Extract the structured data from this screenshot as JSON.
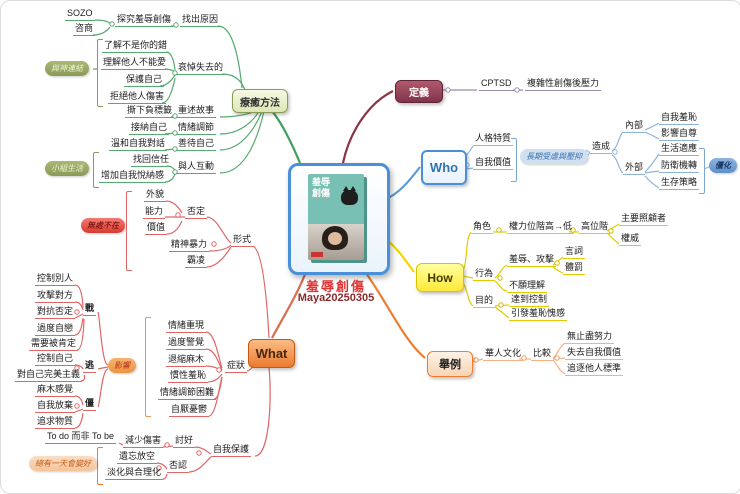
{
  "center": {
    "book_cover_line1": "羞辱",
    "book_cover_line2": "創傷",
    "title": "羞辱創傷",
    "signature": "Maya20250305"
  },
  "heal": {
    "label": "療癒方法",
    "sozo": "SOZO",
    "counsel": "咨商",
    "explore": "探究羞辱創傷",
    "find_cause": "找出原因",
    "not_your_fault": "了解不是你的錯",
    "others_cant_love": "理解他人不能愛",
    "protect_self": "保護自己",
    "refuse_harm": "拒絕他人傷害",
    "mourn_loss": "哀悼失去的",
    "god_connection": "與神連結",
    "tear_label": "撕下負標籤",
    "retell_story": "重述故事",
    "accept_self": "接納自己",
    "emotion_regulate": "情緒調節",
    "gentle_self_talk": "溫和自我對話",
    "treat_self_well": "善待自己",
    "regain_trust": "找回信任",
    "self_acceptance": "增加自我悅納感",
    "interact": "與人互動",
    "group_life": "小組生活"
  },
  "definition": {
    "label": "定義",
    "cptsd": "CPTSD",
    "cptsd_full": "複雜性創傷後壓力"
  },
  "who": {
    "label": "Who",
    "personality": "人格特質",
    "self_worth": "自我價值",
    "longterm": "長期受虐與壓抑",
    "cause": "造成",
    "internal": "內部",
    "self_shame": "自我羞恥",
    "affect_esteem": "影響自尊",
    "external": "外部",
    "life_adapt": "生活適應",
    "defense": "防衛機轉",
    "survival": "生存策略",
    "rigidify": "僵化"
  },
  "how": {
    "label": "How",
    "role": "角色",
    "power": "權力位階高→低",
    "high_position": "高位階",
    "caregiver": "主要照顧者",
    "authority": "權威",
    "behavior": "行為",
    "shame_attack": "羞辱、攻擊",
    "verbal": "言詞",
    "corporal": "體罰",
    "refuse_understand": "不願理解",
    "purpose": "目的",
    "achieve_control": "達到控制",
    "induce_shame": "引發羞恥愧感"
  },
  "what": {
    "label": "What",
    "form": "形式",
    "deny": "否定",
    "appearance": "外貌",
    "ability": "能力",
    "value": "價值",
    "everywhere": "無處不在",
    "mental_violence": "精神暴力",
    "bully": "霸凌",
    "symptom": "症狀",
    "flashback": "情緒重現",
    "hypervigilance": "過度警覺",
    "withdraw_numb": "退縮麻木",
    "habitual_shame": "慣性羞恥",
    "emotion_difficulty": "情緒調節困難",
    "self_loathing": "自厭憂鬱",
    "influence": "影響",
    "fight": "戰",
    "control_others": "控制別人",
    "attack_others": "攻擊對方",
    "resist_deny": "對抗否定",
    "narcissism": "過度自戀",
    "need_approval": "需要被肯定",
    "flee": "逃",
    "control_self": "控制自己",
    "perfectionism": "對自己完美主義",
    "freeze": "僵",
    "numb_feeling": "麻木感覺",
    "self_abandon": "自我放棄",
    "materialism": "追求物質",
    "self_protect": "自我保護",
    "please": "討好",
    "reduce_harm": "減少傷害",
    "todo": "To do 而非 To be",
    "denial": "否認",
    "forget_blank": "遺忘放空",
    "rationalize": "淡化與合理化",
    "someday": "總有一天會變好"
  },
  "example": {
    "label": "舉例",
    "chinese_culture": "華人文化",
    "compare": "比較",
    "endless_effort": "無止盡努力",
    "lose_self_worth": "失去自我價值",
    "chase_standards": "追逐他人標準"
  },
  "colors": {
    "heal_branch": "#55aa6e",
    "define_branch": "#8b3545",
    "who_branch": "#5b9bd5",
    "how_branch": "#f0d800",
    "what_branch": "#e06666",
    "example_branch": "#ed7d31",
    "center_border": "#4a90d9",
    "title_red": "#e03535"
  }
}
